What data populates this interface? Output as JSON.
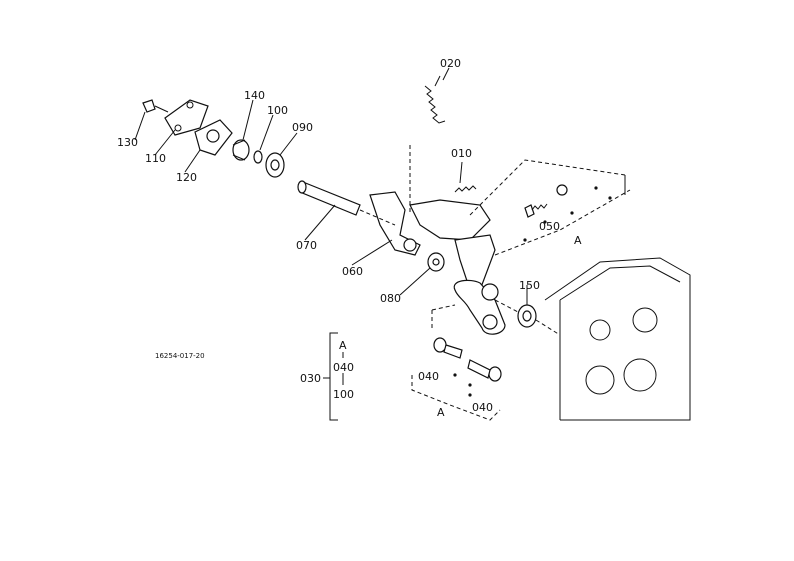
{
  "diagram": {
    "drawing_number": "16254-017-20",
    "labels": {
      "p020": "020",
      "p010": "010",
      "p140": "140",
      "p100": "100",
      "p090": "090",
      "p130": "130",
      "p110": "110",
      "p120": "120",
      "p070": "070",
      "p060": "060",
      "p080": "080",
      "p050": "050",
      "pA_right": "A",
      "p150": "150",
      "p040_left": "040",
      "p040_right": "040",
      "pA_bottom": "A"
    },
    "legend": {
      "group_label": "030",
      "item_a": "A",
      "item_040": "040",
      "item_100": "100"
    }
  }
}
